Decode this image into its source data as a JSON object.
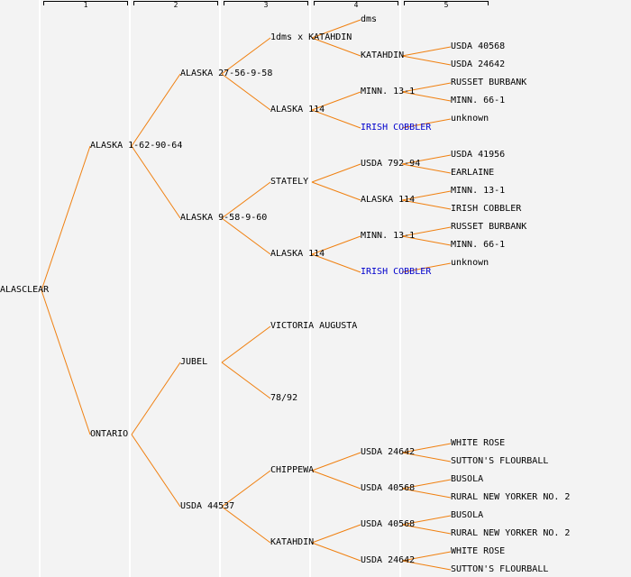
{
  "colors": {
    "edge": "#f08010",
    "text": "#000000",
    "link_text": "#0000cc",
    "background": "#f3f3f3",
    "column_line": "#ffffff"
  },
  "columns": [
    {
      "label": "1"
    },
    {
      "label": "2"
    },
    {
      "label": "3"
    },
    {
      "label": "4"
    },
    {
      "label": "5"
    }
  ],
  "tree": {
    "id": "n0",
    "label": "ALASCLEAR",
    "gen": 0,
    "row": 16,
    "children": [
      {
        "id": "n1",
        "label": "ALASKA 1-62-90-64",
        "gen": 1,
        "row": 8,
        "children": [
          {
            "id": "n2",
            "label": "ALASKA 27-56-9-58",
            "gen": 2,
            "row": 4,
            "children": [
              {
                "id": "n3",
                "label": "1dms x KATAHDIN",
                "gen": 3,
                "row": 2,
                "children": [
                  {
                    "id": "n4",
                    "label": "dms",
                    "gen": 4,
                    "row": 1,
                    "children": []
                  },
                  {
                    "id": "n5",
                    "label": "KATAHDIN",
                    "gen": 4,
                    "row": 3,
                    "children": [
                      {
                        "id": "n6",
                        "label": "USDA 40568",
                        "gen": 5,
                        "row": 2.5,
                        "children": []
                      },
                      {
                        "id": "n7",
                        "label": "USDA 24642",
                        "gen": 5,
                        "row": 3.5,
                        "children": []
                      }
                    ]
                  }
                ]
              },
              {
                "id": "n8",
                "label": "ALASKA 114",
                "gen": 3,
                "row": 6,
                "children": [
                  {
                    "id": "n9",
                    "label": "MINN. 13-1",
                    "gen": 4,
                    "row": 5,
                    "children": [
                      {
                        "id": "n10",
                        "label": "RUSSET BURBANK",
                        "gen": 5,
                        "row": 4.5,
                        "children": []
                      },
                      {
                        "id": "n11",
                        "label": "MINN. 66-1",
                        "gen": 5,
                        "row": 5.5,
                        "children": []
                      }
                    ]
                  },
                  {
                    "id": "n12",
                    "label": "IRISH COBBLER",
                    "gen": 4,
                    "row": 7,
                    "link": true,
                    "children": [
                      {
                        "id": "n13",
                        "label": "unknown",
                        "gen": 5,
                        "row": 6.5,
                        "children": []
                      }
                    ]
                  }
                ]
              }
            ]
          },
          {
            "id": "n14",
            "label": "ALASKA 9-58-9-60",
            "gen": 2,
            "row": 12,
            "children": [
              {
                "id": "n15",
                "label": "STATELY",
                "gen": 3,
                "row": 10,
                "children": [
                  {
                    "id": "n16",
                    "label": "USDA 792-94",
                    "gen": 4,
                    "row": 9,
                    "children": [
                      {
                        "id": "n17",
                        "label": "USDA 41956",
                        "gen": 5,
                        "row": 8.5,
                        "children": []
                      },
                      {
                        "id": "n18",
                        "label": "EARLAINE",
                        "gen": 5,
                        "row": 9.5,
                        "children": []
                      }
                    ]
                  },
                  {
                    "id": "n19",
                    "label": "ALASKA 114",
                    "gen": 4,
                    "row": 11,
                    "children": [
                      {
                        "id": "n20",
                        "label": "MINN. 13-1",
                        "gen": 5,
                        "row": 10.5,
                        "children": []
                      },
                      {
                        "id": "n21",
                        "label": "IRISH COBBLER",
                        "gen": 5,
                        "row": 11.5,
                        "children": []
                      }
                    ]
                  }
                ]
              },
              {
                "id": "n22",
                "label": "ALASKA 114",
                "gen": 3,
                "row": 14,
                "children": [
                  {
                    "id": "n23",
                    "label": "MINN. 13-1",
                    "gen": 4,
                    "row": 13,
                    "children": [
                      {
                        "id": "n24",
                        "label": "RUSSET BURBANK",
                        "gen": 5,
                        "row": 12.5,
                        "children": []
                      },
                      {
                        "id": "n25",
                        "label": "MINN. 66-1",
                        "gen": 5,
                        "row": 13.5,
                        "children": []
                      }
                    ]
                  },
                  {
                    "id": "n26",
                    "label": "IRISH COBBLER",
                    "gen": 4,
                    "row": 15,
                    "link": true,
                    "children": [
                      {
                        "id": "n27",
                        "label": "unknown",
                        "gen": 5,
                        "row": 14.5,
                        "children": []
                      }
                    ]
                  }
                ]
              }
            ]
          }
        ]
      },
      {
        "id": "n28",
        "label": "ONTARIO",
        "gen": 1,
        "row": 24,
        "children": [
          {
            "id": "n29",
            "label": "JUBEL",
            "gen": 2,
            "row": 20,
            "children": [
              {
                "id": "n30",
                "label": "VICTORIA AUGUSTA",
                "gen": 3,
                "row": 18,
                "children": []
              },
              {
                "id": "n31",
                "label": "78/92",
                "gen": 3,
                "row": 22,
                "children": []
              }
            ]
          },
          {
            "id": "n32",
            "label": "USDA 44537",
            "gen": 2,
            "row": 28,
            "children": [
              {
                "id": "n33",
                "label": "CHIPPEWA",
                "gen": 3,
                "row": 26,
                "children": [
                  {
                    "id": "n34",
                    "label": "USDA 24642",
                    "gen": 4,
                    "row": 25,
                    "children": [
                      {
                        "id": "n35",
                        "label": "WHITE ROSE",
                        "gen": 5,
                        "row": 24.5,
                        "children": []
                      },
                      {
                        "id": "n36",
                        "label": "SUTTON'S FLOURBALL",
                        "gen": 5,
                        "row": 25.5,
                        "children": []
                      }
                    ]
                  },
                  {
                    "id": "n37",
                    "label": "USDA 40568",
                    "gen": 4,
                    "row": 27,
                    "children": [
                      {
                        "id": "n38",
                        "label": "BUSOLA",
                        "gen": 5,
                        "row": 26.5,
                        "children": []
                      },
                      {
                        "id": "n39",
                        "label": "RURAL NEW YORKER NO. 2",
                        "gen": 5,
                        "row": 27.5,
                        "children": []
                      }
                    ]
                  }
                ]
              },
              {
                "id": "n40",
                "label": "KATAHDIN",
                "gen": 3,
                "row": 30,
                "children": [
                  {
                    "id": "n41",
                    "label": "USDA 40568",
                    "gen": 4,
                    "row": 29,
                    "children": [
                      {
                        "id": "n42",
                        "label": "BUSOLA",
                        "gen": 5,
                        "row": 28.5,
                        "children": []
                      },
                      {
                        "id": "n43",
                        "label": "RURAL NEW YORKER NO. 2",
                        "gen": 5,
                        "row": 29.5,
                        "children": []
                      }
                    ]
                  },
                  {
                    "id": "n44",
                    "label": "USDA 24642",
                    "gen": 4,
                    "row": 31,
                    "children": [
                      {
                        "id": "n45",
                        "label": "WHITE ROSE",
                        "gen": 5,
                        "row": 30.5,
                        "children": []
                      },
                      {
                        "id": "n46",
                        "label": "SUTTON'S FLOURBALL",
                        "gen": 5,
                        "row": 31.5,
                        "children": []
                      }
                    ]
                  }
                ]
              }
            ]
          }
        ]
      }
    ]
  }
}
